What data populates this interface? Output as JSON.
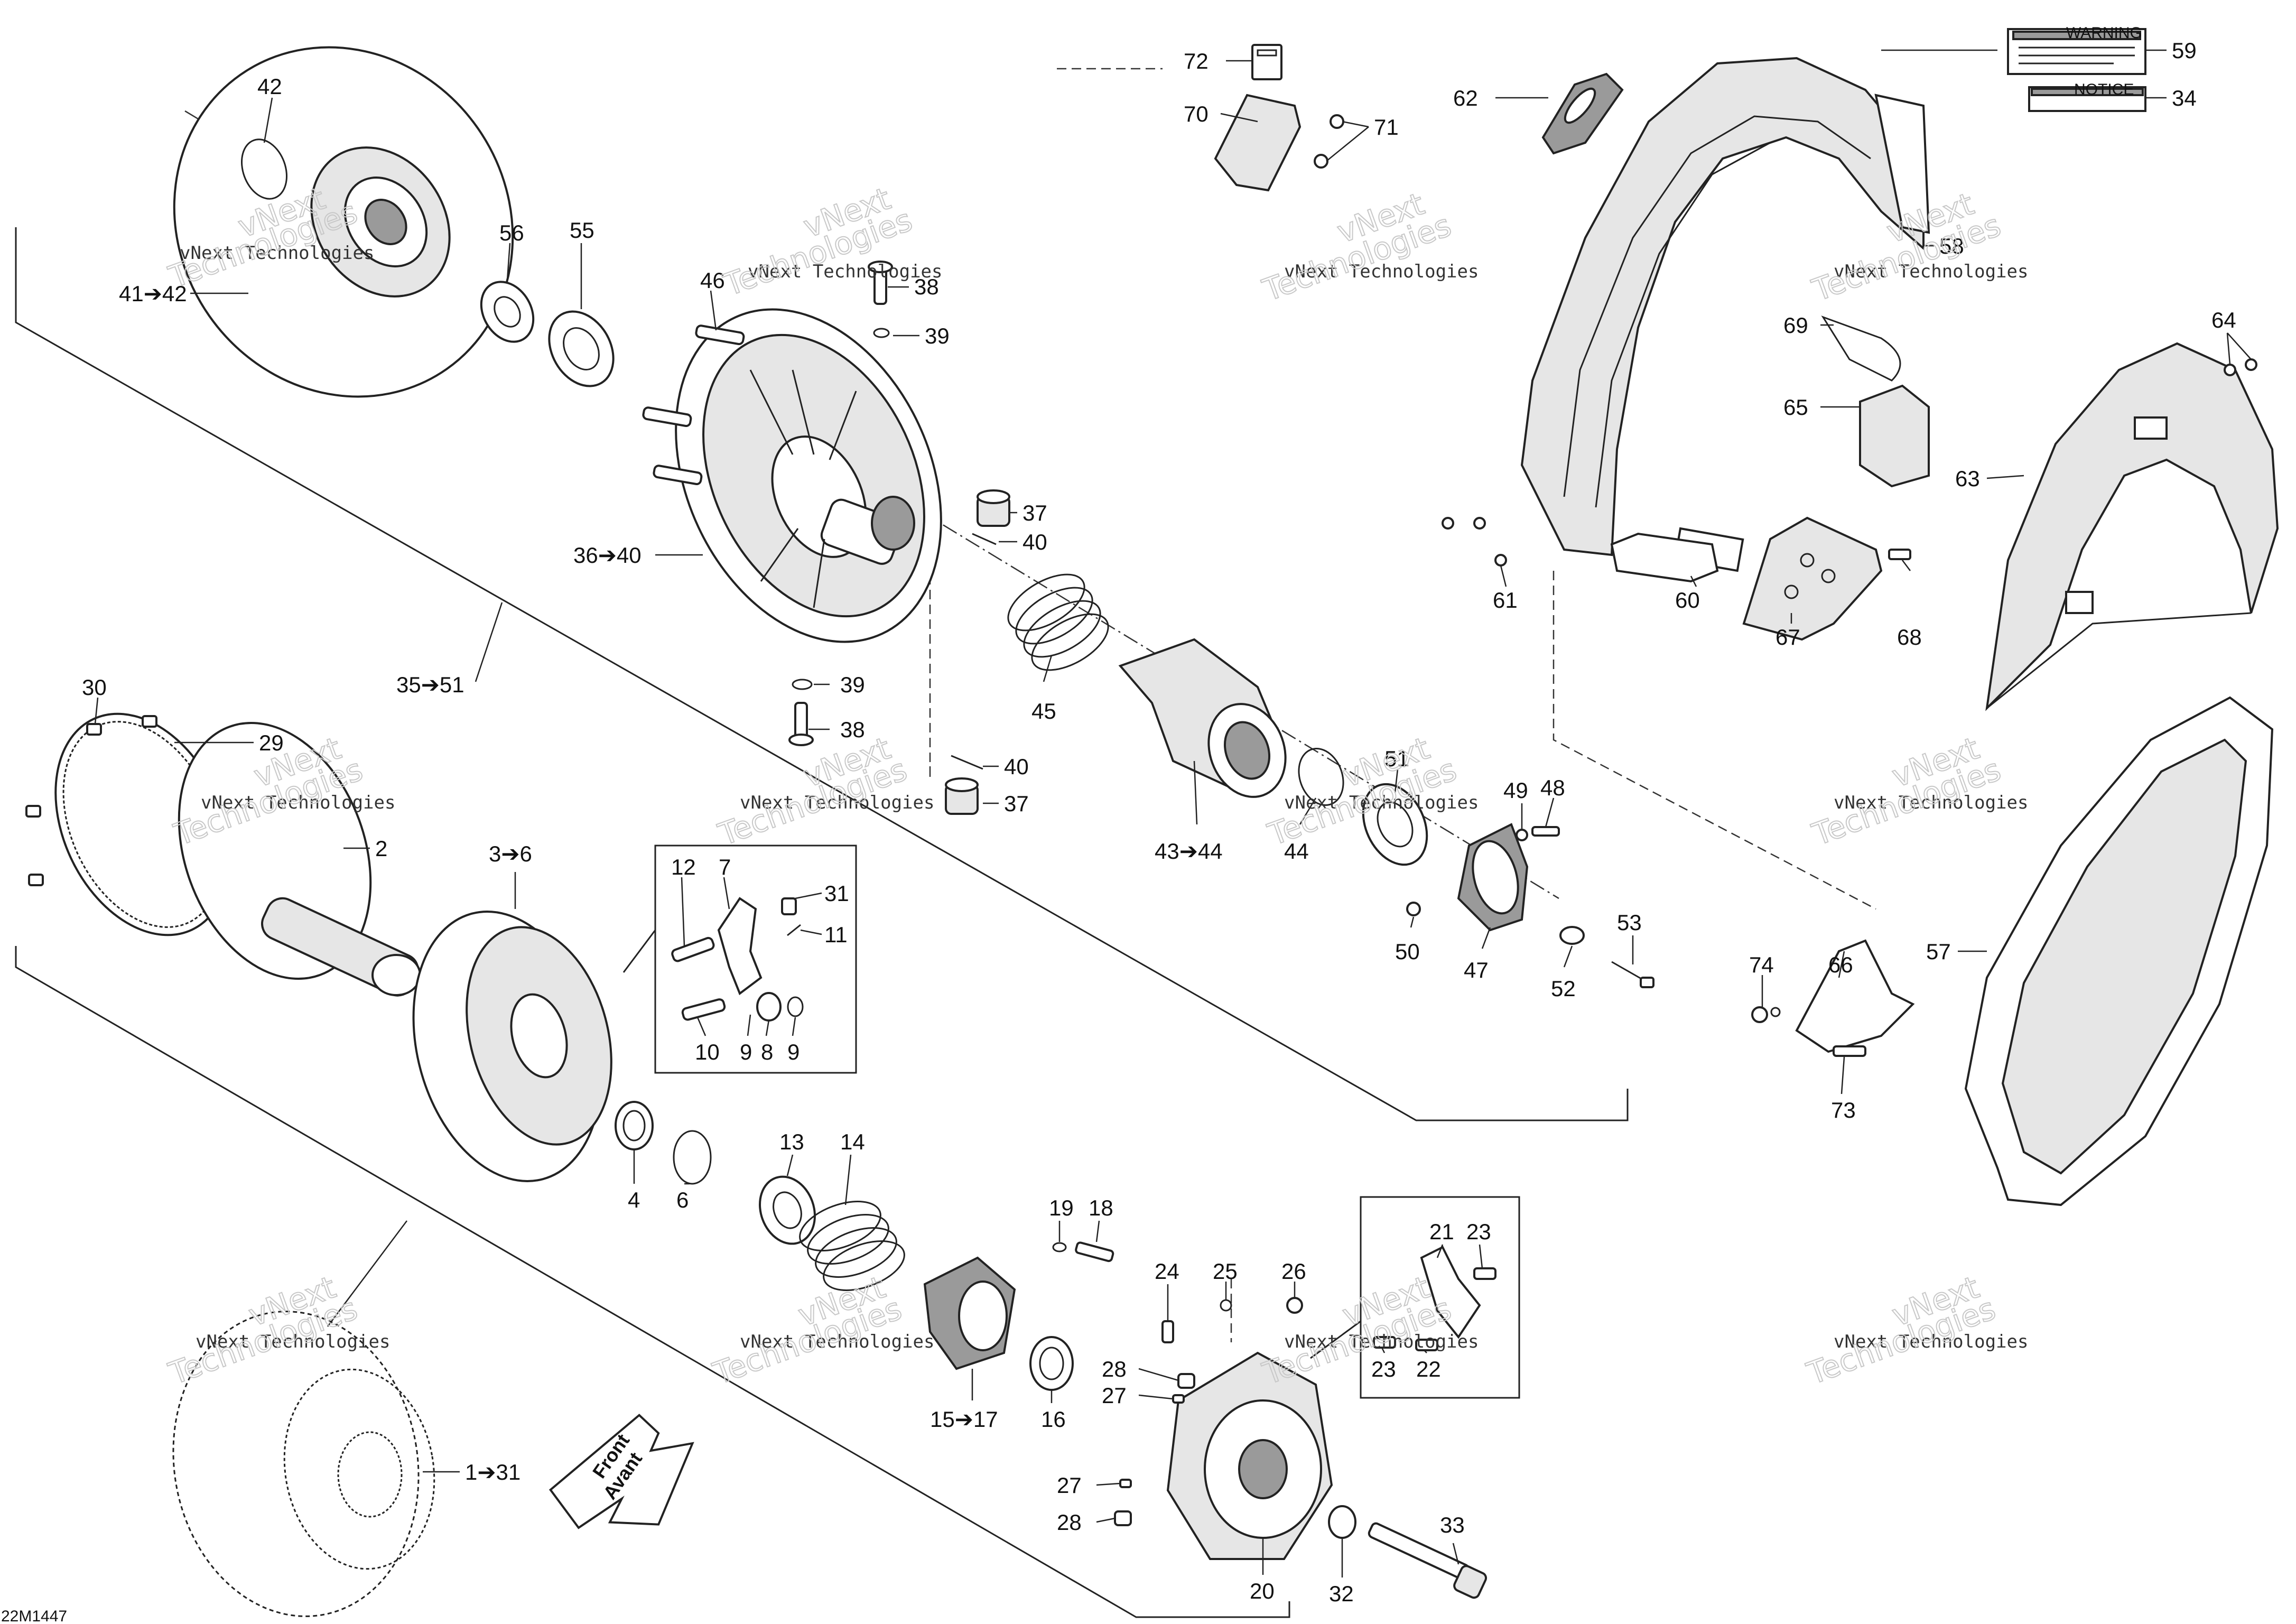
{
  "drawing_code": "22M1447",
  "watermark": {
    "line1": "vNext Technologies",
    "line2a": "vNext",
    "line2b": "Technologies"
  },
  "front_arrow": {
    "line1": "Front",
    "line2": "Avant"
  },
  "labels": {
    "l42": "42",
    "l41_42": "41➔42",
    "l56": "56",
    "l55": "55",
    "l46": "46",
    "l38a": "38",
    "l39a": "39",
    "l37a": "37",
    "l40a": "40",
    "l36_40": "36➔40",
    "l35_51": "35➔51",
    "l39b": "39",
    "l38b": "38",
    "l45": "45",
    "l40b": "40",
    "l37b": "37",
    "l43_44": "43➔44",
    "l44": "44",
    "l51": "51",
    "l49": "49",
    "l48": "48",
    "l50": "50",
    "l47": "47",
    "l52": "52",
    "l53": "53",
    "l30": "30",
    "l29": "29",
    "l2": "2",
    "l3_6": "3➔6",
    "l12": "12",
    "l7": "7",
    "l31a": "31",
    "l11": "11",
    "l10": "10",
    "l9a": "9",
    "l8": "8",
    "l9b": "9",
    "l4": "4",
    "l6": "6",
    "l13": "13",
    "l14": "14",
    "l19": "19",
    "l18": "18",
    "l15_17": "15➔17",
    "l16": "16",
    "l24": "24",
    "l25": "25",
    "l26": "26",
    "l28a": "28",
    "l27a": "27",
    "l27b": "27",
    "l28b": "28",
    "l20": "20",
    "l32": "32",
    "l33": "33",
    "l21": "21",
    "l23a": "23",
    "l23b": "23",
    "l22": "22",
    "l1_31": "1➔31",
    "l72": "72",
    "l70": "70",
    "l71": "71",
    "l62": "62",
    "l59": "59",
    "l34": "34",
    "l58": "58",
    "l69": "69",
    "l65": "65",
    "l64": "64",
    "l63": "63",
    "l61": "61",
    "l60": "60",
    "l67": "67",
    "l68": "68",
    "l57": "57",
    "l74": "74",
    "l66": "66",
    "l73": "73"
  },
  "decal_text": {
    "warning": "WARNING",
    "notice": "NOTICE"
  },
  "colors": {
    "ink": "#222222",
    "paper": "#ffffff",
    "shade": "#e6e6e6",
    "dark": "#9a9a9a"
  }
}
